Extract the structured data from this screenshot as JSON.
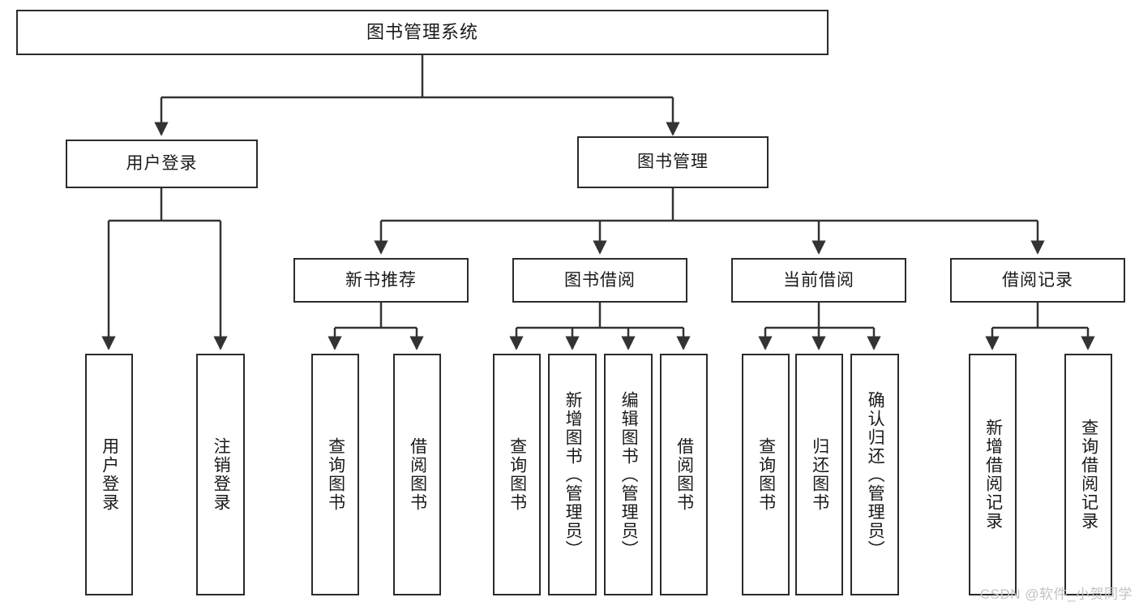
{
  "diagram": {
    "title": "图书管理系统",
    "type": "功能结构图",
    "watermark": "CSDN @软件_小贺同学",
    "colors": {
      "box_border": "#2b2b2b",
      "box_fill": "#ffffff",
      "connector": "#333333",
      "text": "#1a1a1a",
      "watermark": "#c2c2c2"
    },
    "root": {
      "label": "图书管理系统"
    },
    "level1": [
      {
        "label": "用户登录"
      },
      {
        "label": "图书管理"
      }
    ],
    "level2": [
      {
        "label": "新书推荐"
      },
      {
        "label": "图书借阅"
      },
      {
        "label": "当前借阅"
      },
      {
        "label": "借阅记录"
      }
    ],
    "leaves": {
      "user_login": [
        {
          "label": "用户登录"
        },
        {
          "label": "注销登录"
        }
      ],
      "new_book": [
        {
          "label": "查询图书"
        },
        {
          "label": "借阅图书"
        }
      ],
      "book_borrow": [
        {
          "label": "查询图书"
        },
        {
          "label": "新增图书（管理员）"
        },
        {
          "label": "编辑图书（管理员）"
        },
        {
          "label": "借阅图书"
        }
      ],
      "current_borrow": [
        {
          "label": "查询图书"
        },
        {
          "label": "归还图书"
        },
        {
          "label": "确认归还（管理员）"
        }
      ],
      "borrow_record": [
        {
          "label": "新增借阅记录"
        },
        {
          "label": "查询借阅记录"
        }
      ]
    }
  }
}
